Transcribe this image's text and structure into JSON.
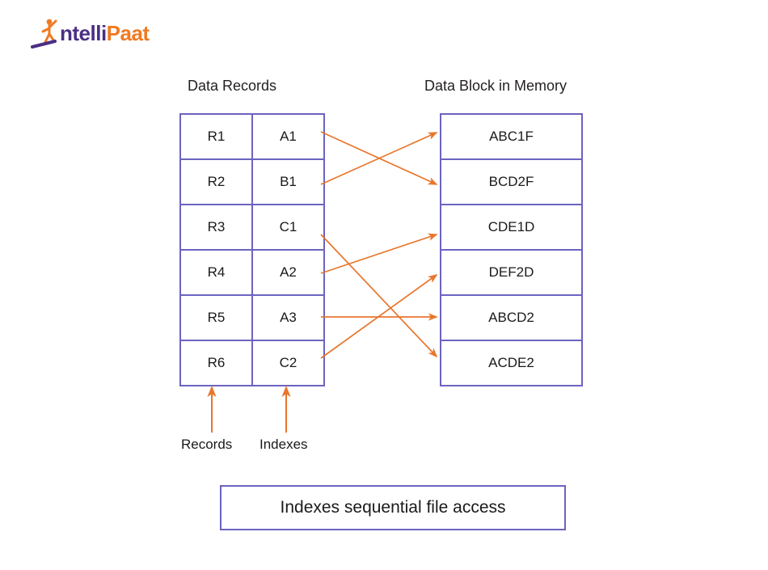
{
  "brand": {
    "name_part_1": "ntelli",
    "name_part_2": "Paat",
    "icon": "runner-figure-icon",
    "color_purple": "#4b2e83",
    "color_orange": "#f07a22"
  },
  "headings": {
    "left": "Data Records",
    "right": "Data Block in Memory"
  },
  "records_table": {
    "rows": [
      {
        "record": "R1",
        "index": "A1"
      },
      {
        "record": "R2",
        "index": "B1"
      },
      {
        "record": "R3",
        "index": "C1"
      },
      {
        "record": "R4",
        "index": "A2"
      },
      {
        "record": "R5",
        "index": "A3"
      },
      {
        "record": "R6",
        "index": "C2"
      }
    ]
  },
  "memory_table": {
    "rows": [
      {
        "block": "ABC1F"
      },
      {
        "block": "BCD2F"
      },
      {
        "block": "CDE1D"
      },
      {
        "block": "DEF2D"
      },
      {
        "block": "ABCD2"
      },
      {
        "block": "ACDE2"
      }
    ]
  },
  "mappings": [
    {
      "from_record": "R1",
      "to_block": "BCD2F",
      "from_row": 1,
      "to_row": 2
    },
    {
      "from_record": "R2",
      "to_block": "ABC1F",
      "from_row": 2,
      "to_row": 1
    },
    {
      "from_record": "R3",
      "to_block": "ACDE2",
      "from_row": 3,
      "to_row": 6
    },
    {
      "from_record": "R4",
      "to_block": "CDE1D",
      "from_row": 4,
      "to_row": 3
    },
    {
      "from_record": "R5",
      "to_block": "ABCD2",
      "from_row": 5,
      "to_row": 5
    },
    {
      "from_record": "R6",
      "to_block": "DEF2D",
      "from_row": 6,
      "to_row": 4
    }
  ],
  "annotations": {
    "records_label": "Records",
    "indexes_label": "Indexes"
  },
  "caption": {
    "text": "Indexes sequential file access"
  },
  "colors": {
    "border_purple": "#6c63c0",
    "arrow_orange": "#e8762c",
    "text_dark": "#1a1a1a",
    "background": "#ffffff"
  }
}
